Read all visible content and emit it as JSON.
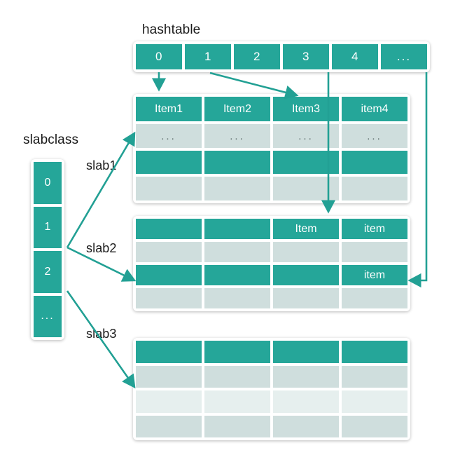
{
  "diagram": {
    "title_labels": {
      "hashtable": "hashtable",
      "slabclass": "slabclass"
    },
    "colors": {
      "teal": "#25a699",
      "light": "#cfdedd",
      "pale": "#e6efee",
      "arrow": "#22a094",
      "text_dark": "#1a1a1a",
      "background": "#ffffff"
    },
    "hashtable": {
      "name": "hashtable",
      "cells": [
        "0",
        "1",
        "2",
        "3",
        "4",
        "..."
      ]
    },
    "slabclass": {
      "name": "slabclass",
      "cells": [
        "0",
        "1",
        "2",
        "..."
      ]
    },
    "slab_labels": [
      "slab1",
      "slab2",
      "slab3"
    ],
    "tables": [
      {
        "name": "slab1-table",
        "rows": [
          {
            "style": "teal",
            "cells": [
              "Item1",
              "Item2",
              "Item3",
              "item4"
            ]
          },
          {
            "style": "light",
            "cells": [
              "...",
              "...",
              "...",
              "..."
            ]
          },
          {
            "style": "teal",
            "cells": [
              "",
              "",
              "",
              ""
            ]
          },
          {
            "style": "light",
            "cells": [
              "",
              "",
              "",
              ""
            ]
          }
        ]
      },
      {
        "name": "slab2-table",
        "rows": [
          {
            "style": "teal",
            "cells": [
              "",
              "",
              "Item",
              "item"
            ]
          },
          {
            "style": "light",
            "cells": [
              "",
              "",
              "",
              ""
            ]
          },
          {
            "style": "teal",
            "cells": [
              "",
              "",
              "",
              "item"
            ]
          },
          {
            "style": "light",
            "cells": [
              "",
              "",
              "",
              ""
            ]
          }
        ]
      },
      {
        "name": "slab3-table",
        "rows": [
          {
            "style": "teal",
            "cells": [
              "",
              "",
              "",
              ""
            ]
          },
          {
            "style": "light",
            "cells": [
              "",
              "",
              "",
              ""
            ]
          },
          {
            "style": "pale",
            "cells": [
              "",
              "",
              "",
              ""
            ]
          },
          {
            "style": "light",
            "cells": [
              "",
              "",
              "",
              ""
            ]
          }
        ]
      }
    ],
    "connections": [
      {
        "name": "hash0-to-item1",
        "from": "hashtable cell 0",
        "to": "slab1-table Item1 header"
      },
      {
        "name": "hash1-to-item3",
        "from": "hashtable cell 1",
        "to": "slab1-table Item3 header"
      },
      {
        "name": "hash3-to-table2",
        "from": "hashtable cell 3",
        "to": "slab2-table Item column"
      },
      {
        "name": "hashdots-to-item",
        "from": "hashtable cell ...",
        "to": "slab2-table row3 item cell"
      },
      {
        "name": "slab1-arrow",
        "from": "slabclass cell 1",
        "to": "slab1-table left edge"
      },
      {
        "name": "slab2-arrow",
        "from": "slabclass cell 1",
        "to": "slab2-table left edge"
      },
      {
        "name": "slab3-arrow",
        "from": "slabclass cell 2",
        "to": "slab3-table left edge"
      }
    ]
  }
}
